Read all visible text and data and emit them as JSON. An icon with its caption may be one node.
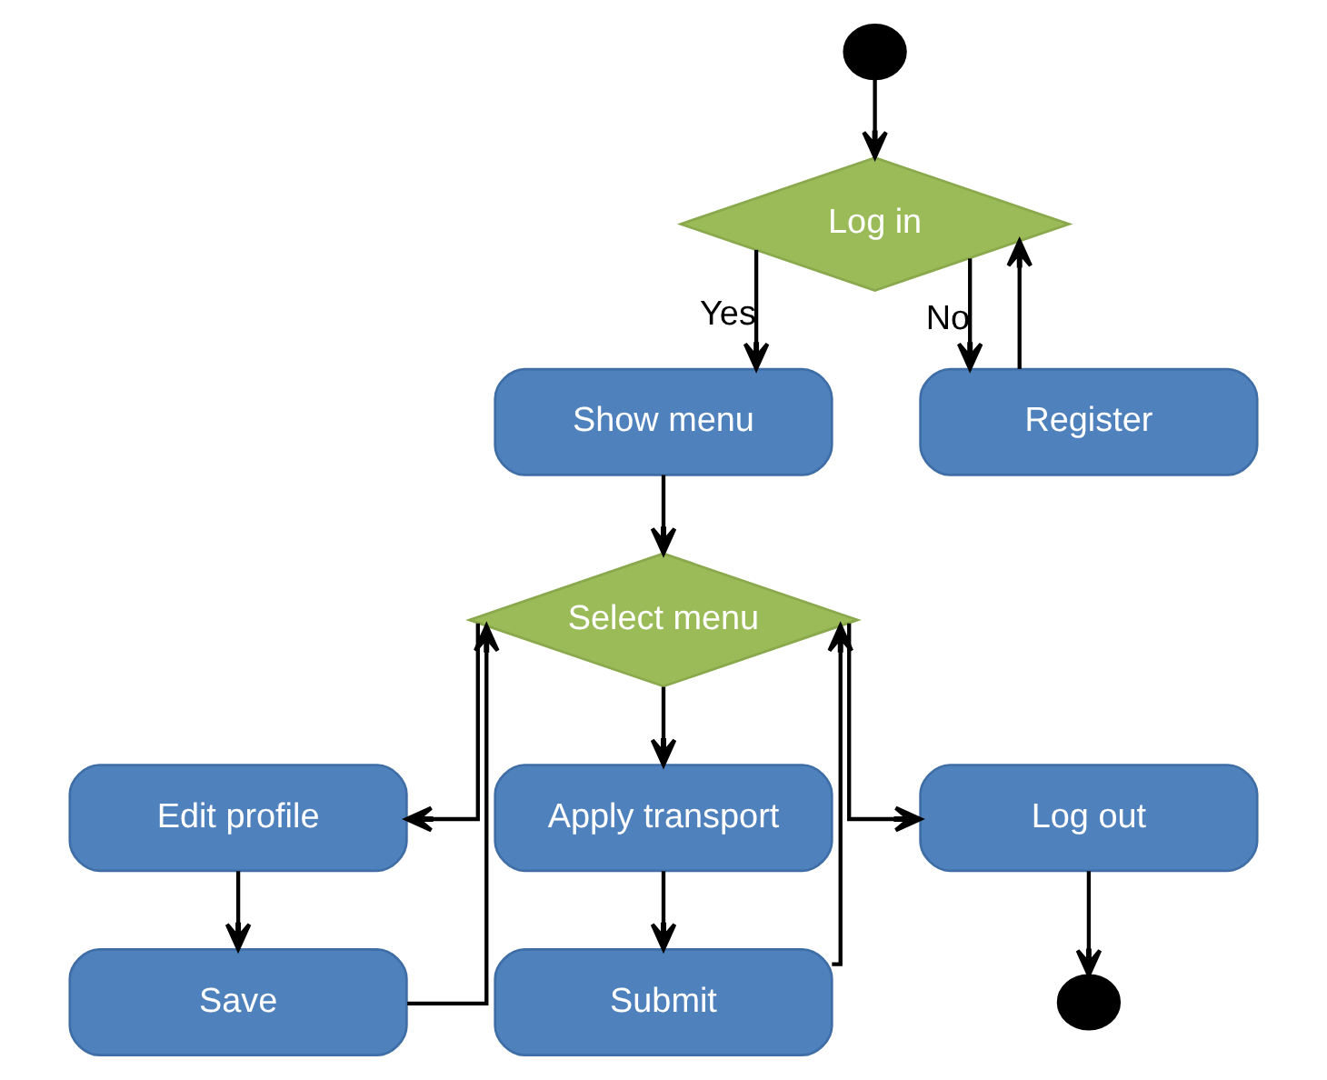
{
  "diagram": {
    "nodes": [
      {
        "text": [],
        "shape": "circle"
      },
      {
        "text": [
          "Log in"
        ]
      },
      {
        "text": [
          "Show menu"
        ]
      },
      {
        "text": [
          "Register"
        ]
      },
      {
        "text": [
          "Select menu"
        ]
      },
      {
        "text": [
          "Edit profile"
        ]
      },
      {
        "text": [
          "Apply transport"
        ]
      },
      {
        "text": [
          "Log out"
        ]
      },
      {
        "text": [
          "Save"
        ]
      },
      {
        "text": [
          "Submit"
        ]
      },
      {
        "text": [],
        "shape": "circle"
      }
    ],
    "edges": [
      {
        "from": 0,
        "to": 1,
        "arrow": "to"
      },
      {
        "from": 1,
        "to": 2,
        "arrow": "to",
        "label": "Yes"
      },
      {
        "from": 1,
        "to": 3,
        "arrow": "to",
        "label": "No"
      },
      {
        "from": 3,
        "to": 1,
        "arrow": "to"
      },
      {
        "from": 2,
        "to": 4,
        "arrow": "to"
      },
      {
        "from": 4,
        "to": 5,
        "arrow": "to"
      },
      {
        "from": 4,
        "to": 6,
        "arrow": "to"
      },
      {
        "from": 4,
        "to": 7,
        "arrow": "to"
      },
      {
        "from": 5,
        "to": 8,
        "arrow": "to"
      },
      {
        "from": 6,
        "to": 9,
        "arrow": "to"
      },
      {
        "from": 8,
        "to": 4,
        "arrow": "to"
      },
      {
        "from": 9,
        "to": 4,
        "arrow": "to"
      },
      {
        "from": 7,
        "to": 10,
        "arrow": "to"
      }
    ]
  }
}
